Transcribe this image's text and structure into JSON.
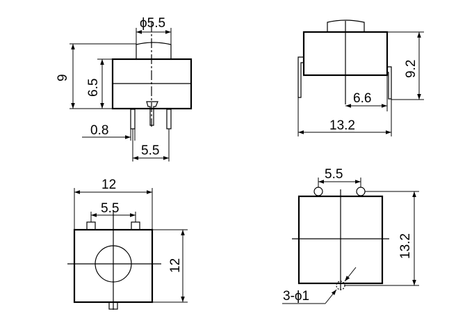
{
  "side_view": {
    "diameter_label": "ϕ5.5",
    "overall_height_label": "9",
    "body_height_label": "6.5",
    "pin_width_label": "0.8",
    "pin_pitch_label": "5.5"
  },
  "front_view": {
    "height_label": "9.2",
    "offset_label": "6.6",
    "width_label": "13.2"
  },
  "top_view": {
    "width_label": "12",
    "pin_pitch_label": "5.5",
    "height_label": "12"
  },
  "pcb_view": {
    "hole_pitch_label": "5.5",
    "height_label": "13.2",
    "hole_callout_label": "3-ϕ1"
  }
}
